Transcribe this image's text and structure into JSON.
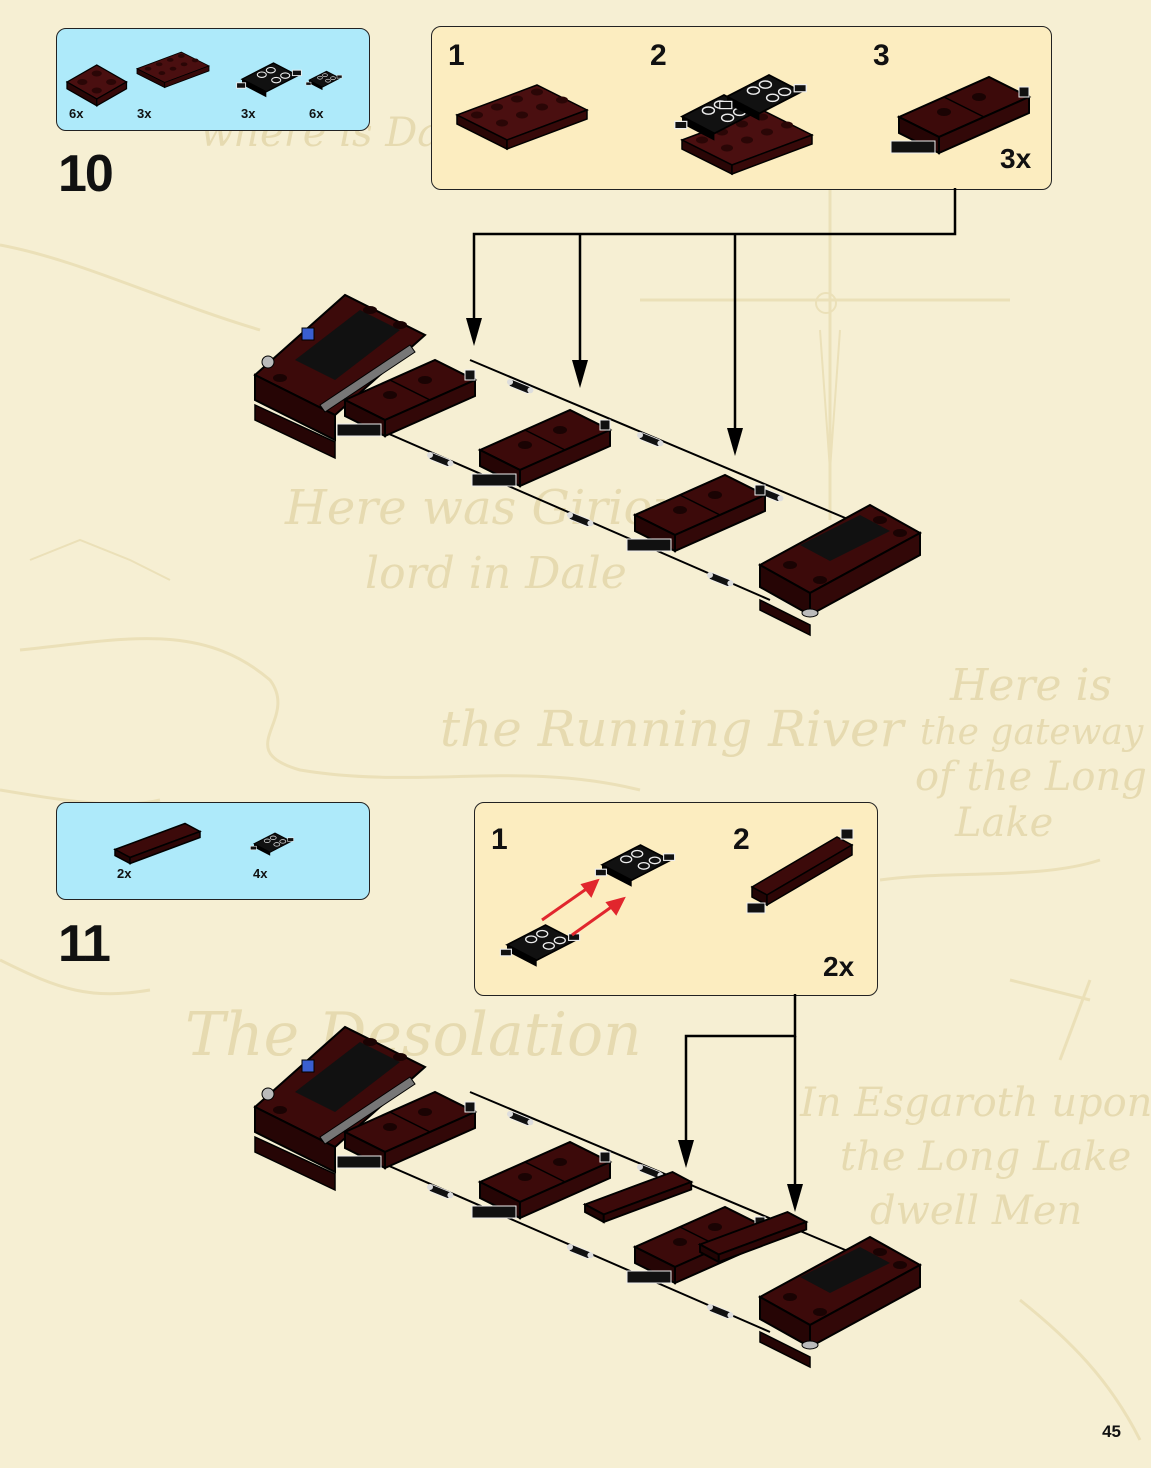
{
  "page_number": "45",
  "steps": [
    {
      "number": "10",
      "parts": [
        {
          "icon": "dark-red-plate-2x2-icon",
          "count": "6x"
        },
        {
          "icon": "dark-red-plate-2x4-icon",
          "count": "3x"
        },
        {
          "icon": "black-plate-with-clips-icon",
          "count": "3x"
        },
        {
          "icon": "black-clip-plate-icon",
          "count": "6x"
        }
      ],
      "substeps": [
        {
          "number": "1"
        },
        {
          "number": "2"
        },
        {
          "number": "3",
          "multiplier": "3x"
        }
      ]
    },
    {
      "number": "11",
      "parts": [
        {
          "icon": "dark-red-tile-1x4-icon",
          "count": "2x"
        },
        {
          "icon": "black-clip-plate-icon",
          "count": "4x"
        }
      ],
      "substeps": [
        {
          "number": "1"
        },
        {
          "number": "2",
          "multiplier": "2x"
        }
      ]
    }
  ],
  "colors": {
    "background": "#f6efd3",
    "parts_box": "#aeeafa",
    "substep_box": "#fcedc0",
    "brick_dark_red": "#3c0a0a",
    "arrow_red": "#e1262d"
  }
}
